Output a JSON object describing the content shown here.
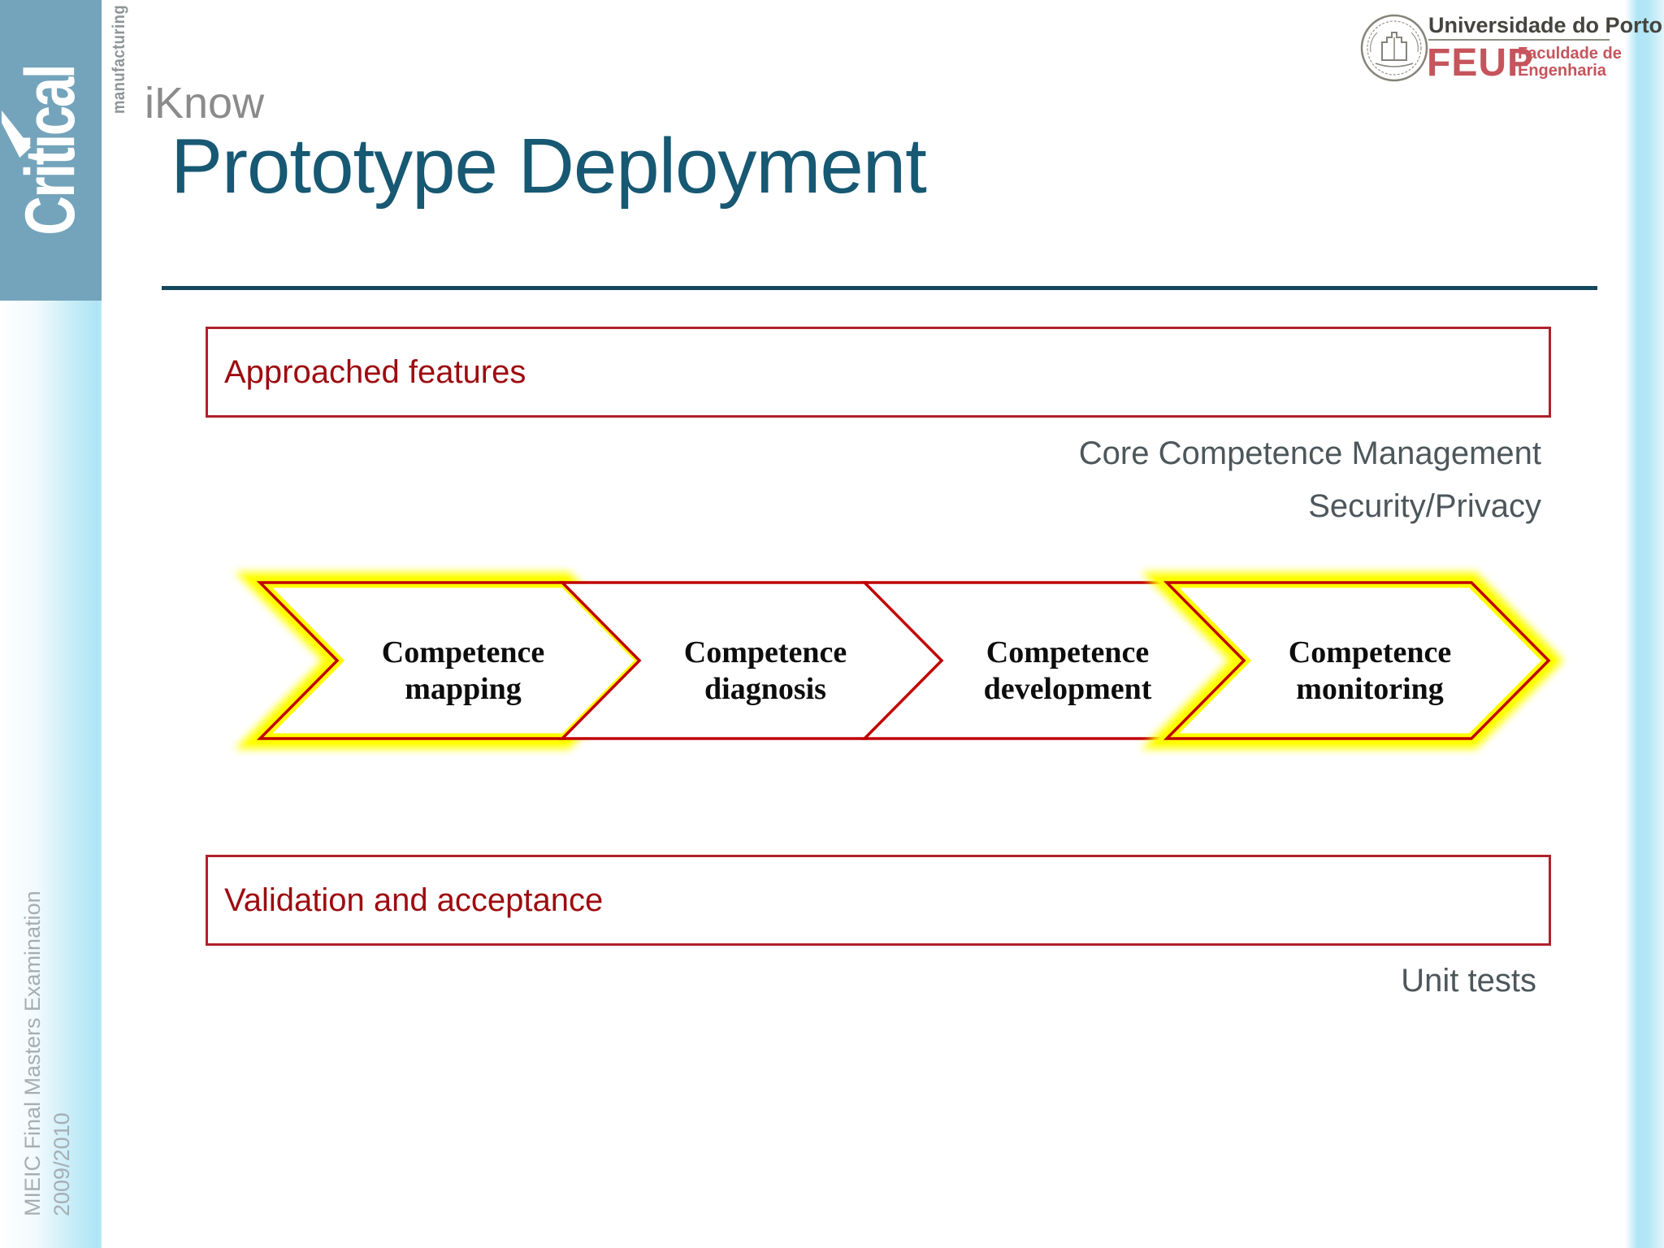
{
  "slide": {
    "pretitle": "iKnow",
    "title": "Prototype Deployment"
  },
  "branding": {
    "critical": {
      "word": "Critical",
      "subword": "manufacturing"
    },
    "feup": {
      "university": "Universidade do Porto",
      "acronym": "FEUP",
      "faculty_line1": "Faculdade de",
      "faculty_line2": "Engenharia"
    },
    "footer_vertical": {
      "line1": "MIEIC Final Masters Examination",
      "line2": "2009/2010"
    }
  },
  "features_box": {
    "label": "Approached features"
  },
  "features": [
    "Core Competence Management",
    "Security/Privacy"
  ],
  "process": {
    "chevrons": [
      {
        "line1": "Competence",
        "line2": "mapping",
        "highlighted": true
      },
      {
        "line1": "Competence",
        "line2": "diagnosis",
        "highlighted": false
      },
      {
        "line1": "Competence",
        "line2": "development",
        "highlighted": false
      },
      {
        "line1": "Competence",
        "line2": "monitoring",
        "highlighted": true
      }
    ]
  },
  "validation_box": {
    "label": "Validation and acceptance"
  },
  "validation_items": [
    "Unit tests"
  ],
  "colors": {
    "sidebar_blue": "#74a4bb",
    "title_teal": "#175873",
    "rule_teal": "#15475d",
    "box_border_red": "#b0202a",
    "box_text_red": "#9d0b10",
    "chevron_outline_red": "#c00000",
    "chevron_highlight_yellow": "#ffff00",
    "body_gray_text": "#4d575b",
    "feup_red": "#c5545c",
    "footer_gray": "#a6aeb3",
    "edge_strip_cyan": "#aee5f5"
  }
}
